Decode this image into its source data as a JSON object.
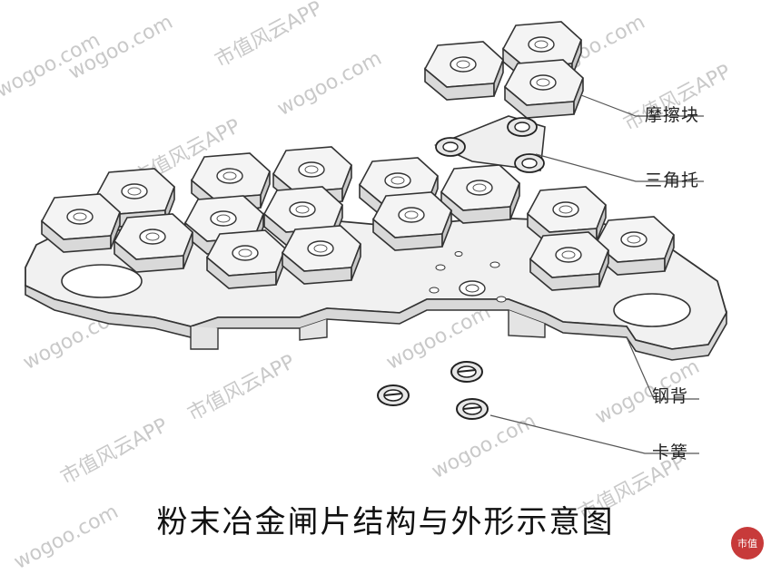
{
  "labels": {
    "friction_block": "摩擦块",
    "triangle_bracket": "三角托",
    "steel_back": "钢背",
    "clip_spring": "卡簧"
  },
  "caption": "粉末冶金闸片结构与外形示意图",
  "watermark": {
    "domain": "wogoo.com",
    "brand": "市值风云APP"
  },
  "seal": "市值"
}
